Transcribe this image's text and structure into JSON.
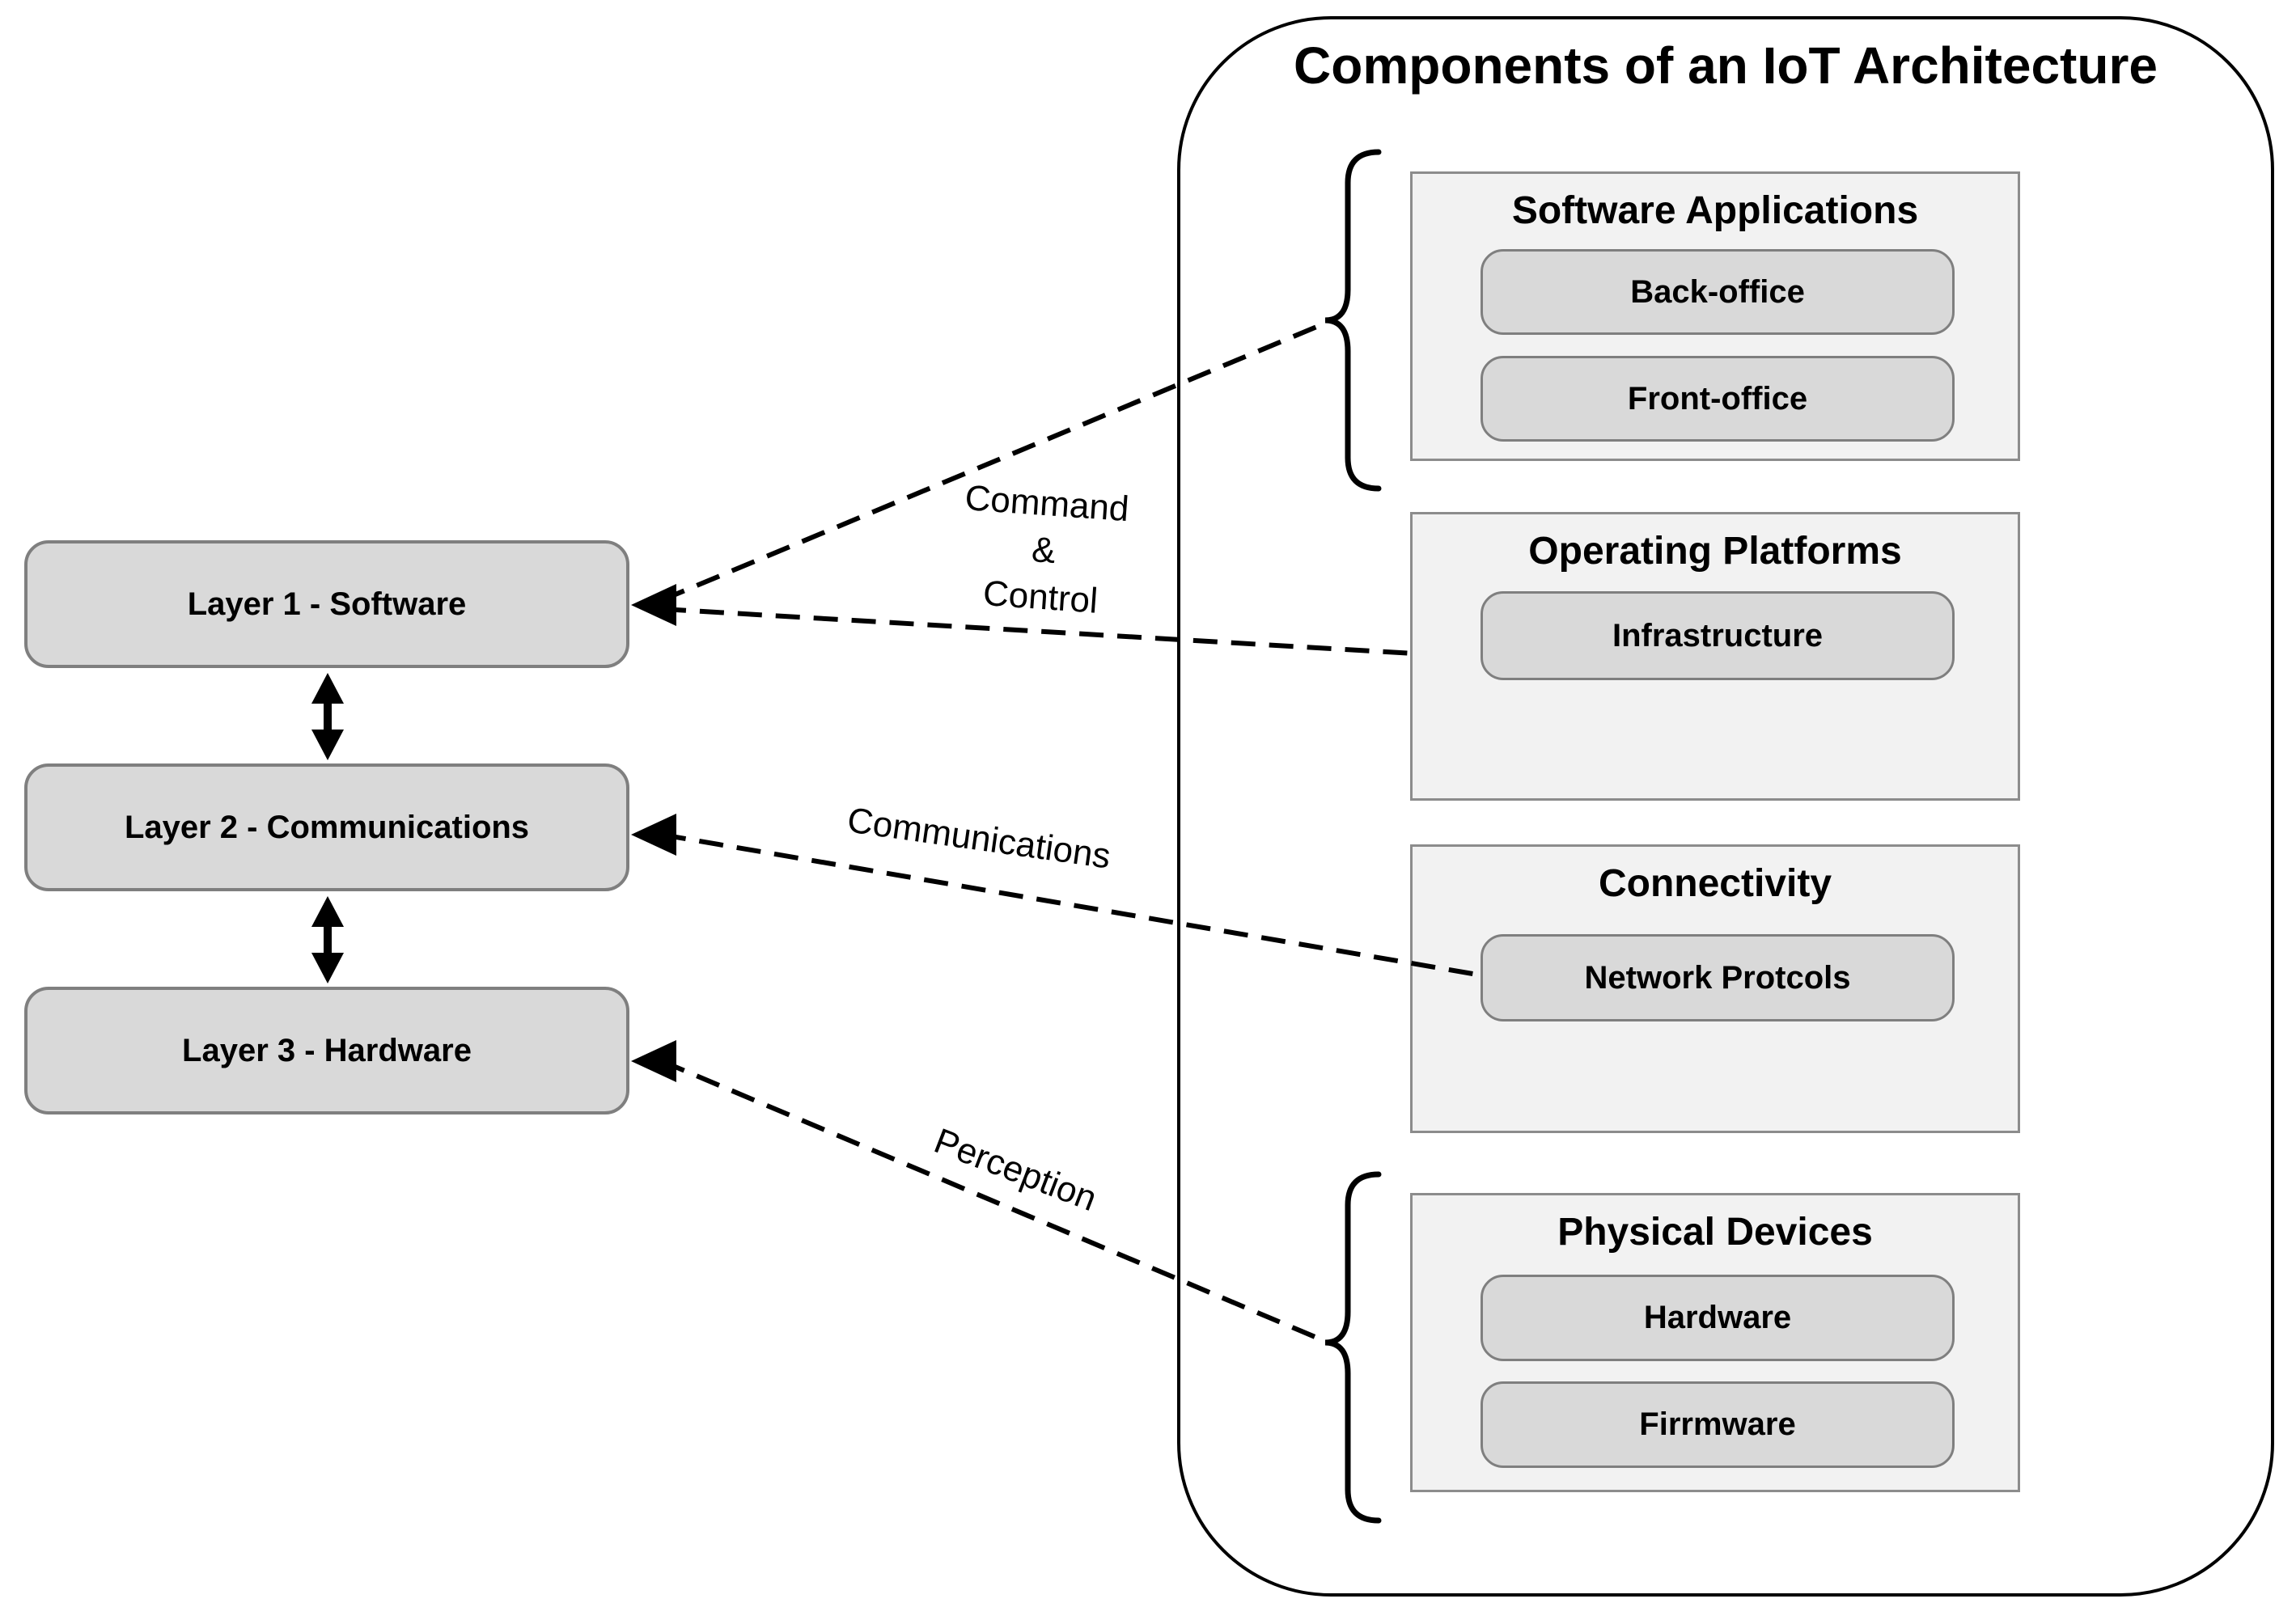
{
  "title": "Components of an IoT Architecture",
  "layers": [
    {
      "label": "Layer 1 - Software"
    },
    {
      "label": "Layer 2 - Communications"
    },
    {
      "label": "Layer 3 - Hardware"
    }
  ],
  "groups": [
    {
      "title": "Software Applications",
      "items": [
        "Back-office",
        "Front-office"
      ]
    },
    {
      "title": "Operating Platforms",
      "items": [
        "Infrastructure"
      ]
    },
    {
      "title": "Connectivity",
      "items": [
        "Network Protcols"
      ]
    },
    {
      "title": "Physical Devices",
      "items": [
        "Hardware",
        "Firrmware"
      ]
    }
  ],
  "connection_labels": {
    "command_control_lines": [
      "Command",
      "&",
      "Control"
    ],
    "communications": "Communications",
    "perception": "Perception"
  },
  "colors": {
    "node_fill": "#d9d9d9",
    "node_border": "#7f7f7f",
    "panel_fill": "#f2f2f2",
    "panel_border": "#8c8c8c",
    "line_color": "#000000"
  }
}
